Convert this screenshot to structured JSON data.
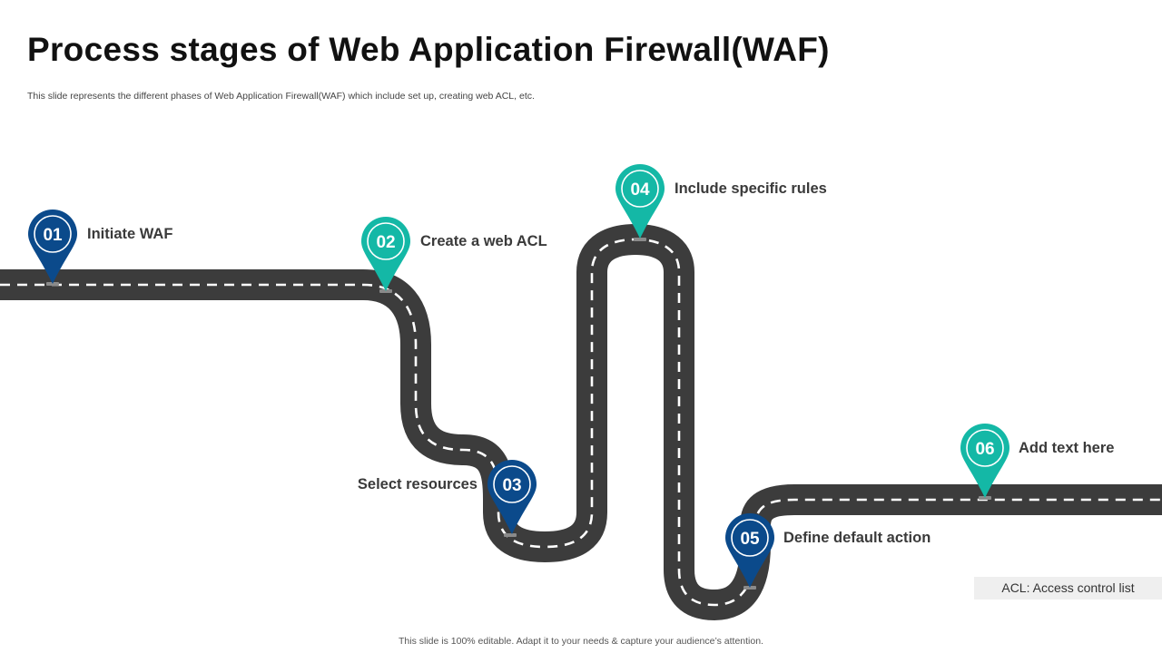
{
  "header": {
    "title": "Process stages of Web Application Firewall(WAF)",
    "subtitle": "This slide represents the different phases of Web Application Firewall(WAF) which include set up, creating web ACL, etc."
  },
  "stages": [
    {
      "number": "01",
      "label": "Initiate WAF",
      "color": "#0b4a8b"
    },
    {
      "number": "02",
      "label": "Create a web ACL",
      "color": "#14b8a6"
    },
    {
      "number": "03",
      "label": "Select resources",
      "color": "#0b4a8b"
    },
    {
      "number": "04",
      "label": "Include specific rules",
      "color": "#14b8a6"
    },
    {
      "number": "05",
      "label": "Define default action",
      "color": "#0b4a8b"
    },
    {
      "number": "06",
      "label": "Add text here",
      "color": "#14b8a6"
    }
  ],
  "note": {
    "text": "ACL: Access control list"
  },
  "footer": {
    "text": "This slide is 100% editable. Adapt it to your needs & capture your audience’s attention."
  },
  "colors": {
    "road": "#3c3c3c",
    "lane_marking": "#ffffff",
    "pin_dark": "#0b4a8b",
    "pin_teal": "#14b8a6"
  }
}
